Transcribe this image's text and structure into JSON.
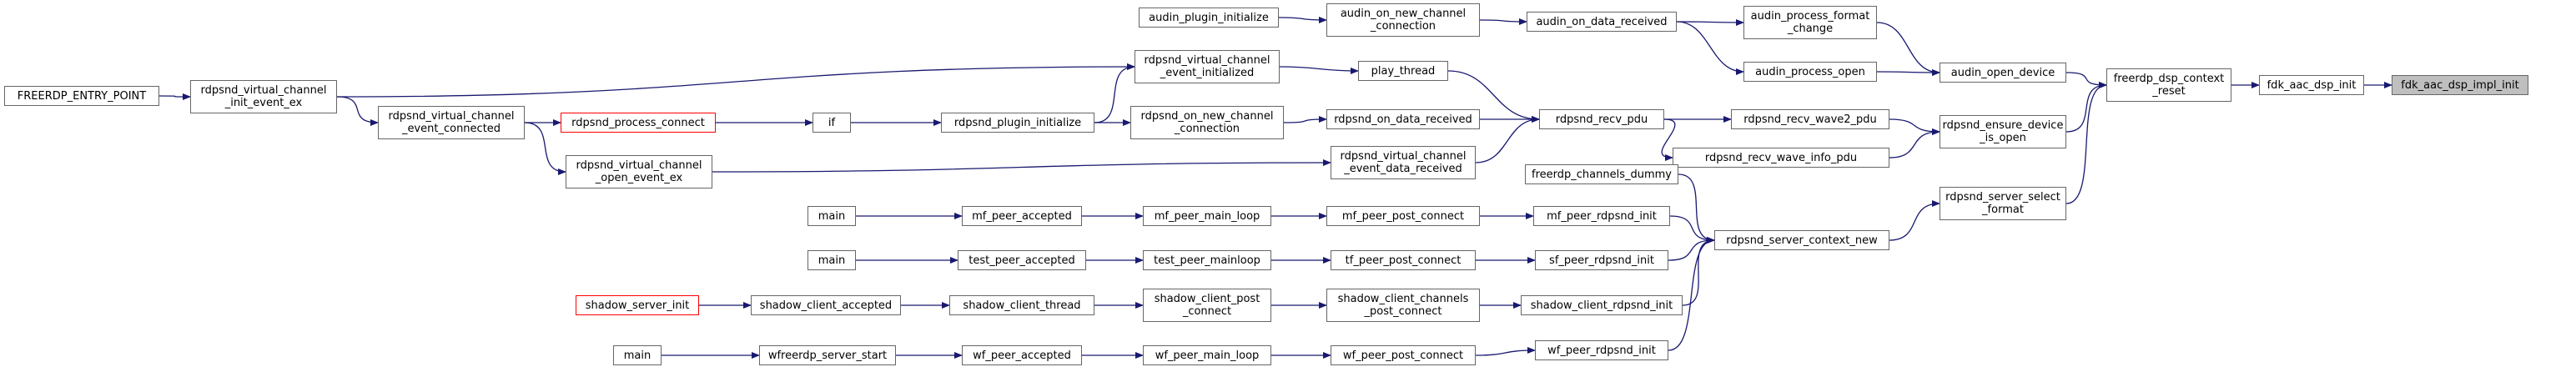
{
  "diagram": {
    "colors": {
      "edge": "#191970",
      "border": "#666666",
      "highlight_border": "#ff0000",
      "current_fill": "#bfbfbf"
    },
    "nodes": [
      {
        "id": "n1",
        "label": "fdk_aac_dsp_impl_init"
      },
      {
        "id": "n2",
        "label": "fdk_aac_dsp_init"
      },
      {
        "id": "n3",
        "label": "freerdp_dsp_context\n_reset"
      },
      {
        "id": "n4",
        "label": "audin_open_device"
      },
      {
        "id": "n5",
        "label": "rdpsnd_ensure_device\n_is_open"
      },
      {
        "id": "n6",
        "label": "rdpsnd_server_select\n_format"
      },
      {
        "id": "n7",
        "label": "audin_process_format\n_change"
      },
      {
        "id": "n8",
        "label": "audin_process_open"
      },
      {
        "id": "n9",
        "label": "rdpsnd_recv_wave2_pdu"
      },
      {
        "id": "n10",
        "label": "rdpsnd_recv_wave_info_pdu"
      },
      {
        "id": "n11",
        "label": "rdpsnd_server_context_new"
      },
      {
        "id": "n12",
        "label": "audin_on_data_received"
      },
      {
        "id": "n13",
        "label": "rdpsnd_recv_pdu"
      },
      {
        "id": "n14",
        "label": "freerdp_channels_dummy"
      },
      {
        "id": "n15",
        "label": "mf_peer_rdpsnd_init"
      },
      {
        "id": "n16",
        "label": "sf_peer_rdpsnd_init"
      },
      {
        "id": "n17",
        "label": "shadow_client_rdpsnd_init"
      },
      {
        "id": "n18",
        "label": "wf_peer_rdpsnd_init"
      },
      {
        "id": "n19",
        "label": "audin_on_new_channel\n_connection"
      },
      {
        "id": "n20",
        "label": "play_thread"
      },
      {
        "id": "n21",
        "label": "rdpsnd_on_data_received"
      },
      {
        "id": "n22",
        "label": "rdpsnd_virtual_channel\n_event_data_received"
      },
      {
        "id": "n23",
        "label": "mf_peer_post_connect"
      },
      {
        "id": "n24",
        "label": "tf_peer_post_connect"
      },
      {
        "id": "n25",
        "label": "shadow_client_channels\n_post_connect"
      },
      {
        "id": "n26",
        "label": "wf_peer_post_connect"
      },
      {
        "id": "n27",
        "label": "audin_plugin_initialize"
      },
      {
        "id": "n28",
        "label": "rdpsnd_virtual_channel\n_event_initialized"
      },
      {
        "id": "n29",
        "label": "rdpsnd_on_new_channel\n_connection"
      },
      {
        "id": "n30",
        "label": "mf_peer_main_loop"
      },
      {
        "id": "n31",
        "label": "test_peer_mainloop"
      },
      {
        "id": "n32",
        "label": "shadow_client_post\n_connect"
      },
      {
        "id": "n33",
        "label": "wf_peer_main_loop"
      },
      {
        "id": "n34",
        "label": "rdpsnd_plugin_initialize"
      },
      {
        "id": "n35",
        "label": "mf_peer_accepted"
      },
      {
        "id": "n36",
        "label": "test_peer_accepted"
      },
      {
        "id": "n37",
        "label": "shadow_client_thread"
      },
      {
        "id": "n38",
        "label": "wf_peer_accepted"
      },
      {
        "id": "n39",
        "label": "if"
      },
      {
        "id": "n40",
        "label": "main"
      },
      {
        "id": "n41",
        "label": "main"
      },
      {
        "id": "n42",
        "label": "shadow_client_accepted"
      },
      {
        "id": "n43",
        "label": "wfreerdp_server_start"
      },
      {
        "id": "n44",
        "label": "rdpsnd_process_connect"
      },
      {
        "id": "n45",
        "label": "shadow_server_init"
      },
      {
        "id": "n46",
        "label": "main"
      },
      {
        "id": "n47",
        "label": "rdpsnd_virtual_channel\n_event_connected"
      },
      {
        "id": "n48",
        "label": "rdpsnd_virtual_channel\n_open_event_ex"
      },
      {
        "id": "n49",
        "label": "rdpsnd_virtual_channel\n_init_event_ex"
      },
      {
        "id": "n50",
        "label": "FREERDP_ENTRY_POINT"
      }
    ],
    "edges": [
      [
        "n2",
        "n1"
      ],
      [
        "n3",
        "n2"
      ],
      [
        "n4",
        "n3"
      ],
      [
        "n5",
        "n3"
      ],
      [
        "n6",
        "n3"
      ],
      [
        "n7",
        "n4"
      ],
      [
        "n8",
        "n4"
      ],
      [
        "n9",
        "n5"
      ],
      [
        "n10",
        "n5"
      ],
      [
        "n11",
        "n6"
      ],
      [
        "n12",
        "n7"
      ],
      [
        "n12",
        "n8"
      ],
      [
        "n13",
        "n9"
      ],
      [
        "n13",
        "n10"
      ],
      [
        "n14",
        "n11"
      ],
      [
        "n15",
        "n11"
      ],
      [
        "n16",
        "n11"
      ],
      [
        "n17",
        "n11"
      ],
      [
        "n18",
        "n11"
      ],
      [
        "n19",
        "n12"
      ],
      [
        "n20",
        "n13"
      ],
      [
        "n21",
        "n13"
      ],
      [
        "n22",
        "n13"
      ],
      [
        "n23",
        "n15"
      ],
      [
        "n24",
        "n16"
      ],
      [
        "n25",
        "n17"
      ],
      [
        "n26",
        "n18"
      ],
      [
        "n27",
        "n19"
      ],
      [
        "n28",
        "n20"
      ],
      [
        "n29",
        "n21"
      ],
      [
        "n48",
        "n22"
      ],
      [
        "n30",
        "n23"
      ],
      [
        "n31",
        "n24"
      ],
      [
        "n32",
        "n25"
      ],
      [
        "n33",
        "n26"
      ],
      [
        "n34",
        "n28"
      ],
      [
        "n34",
        "n29"
      ],
      [
        "n49",
        "n28"
      ],
      [
        "n35",
        "n30"
      ],
      [
        "n36",
        "n31"
      ],
      [
        "n37",
        "n32"
      ],
      [
        "n38",
        "n33"
      ],
      [
        "n39",
        "n34"
      ],
      [
        "n40",
        "n35"
      ],
      [
        "n41",
        "n36"
      ],
      [
        "n42",
        "n37"
      ],
      [
        "n43",
        "n38"
      ],
      [
        "n44",
        "n39"
      ],
      [
        "n45",
        "n42"
      ],
      [
        "n46",
        "n43"
      ],
      [
        "n47",
        "n44"
      ],
      [
        "n47",
        "n48"
      ],
      [
        "n49",
        "n47"
      ],
      [
        "n50",
        "n49"
      ]
    ]
  }
}
